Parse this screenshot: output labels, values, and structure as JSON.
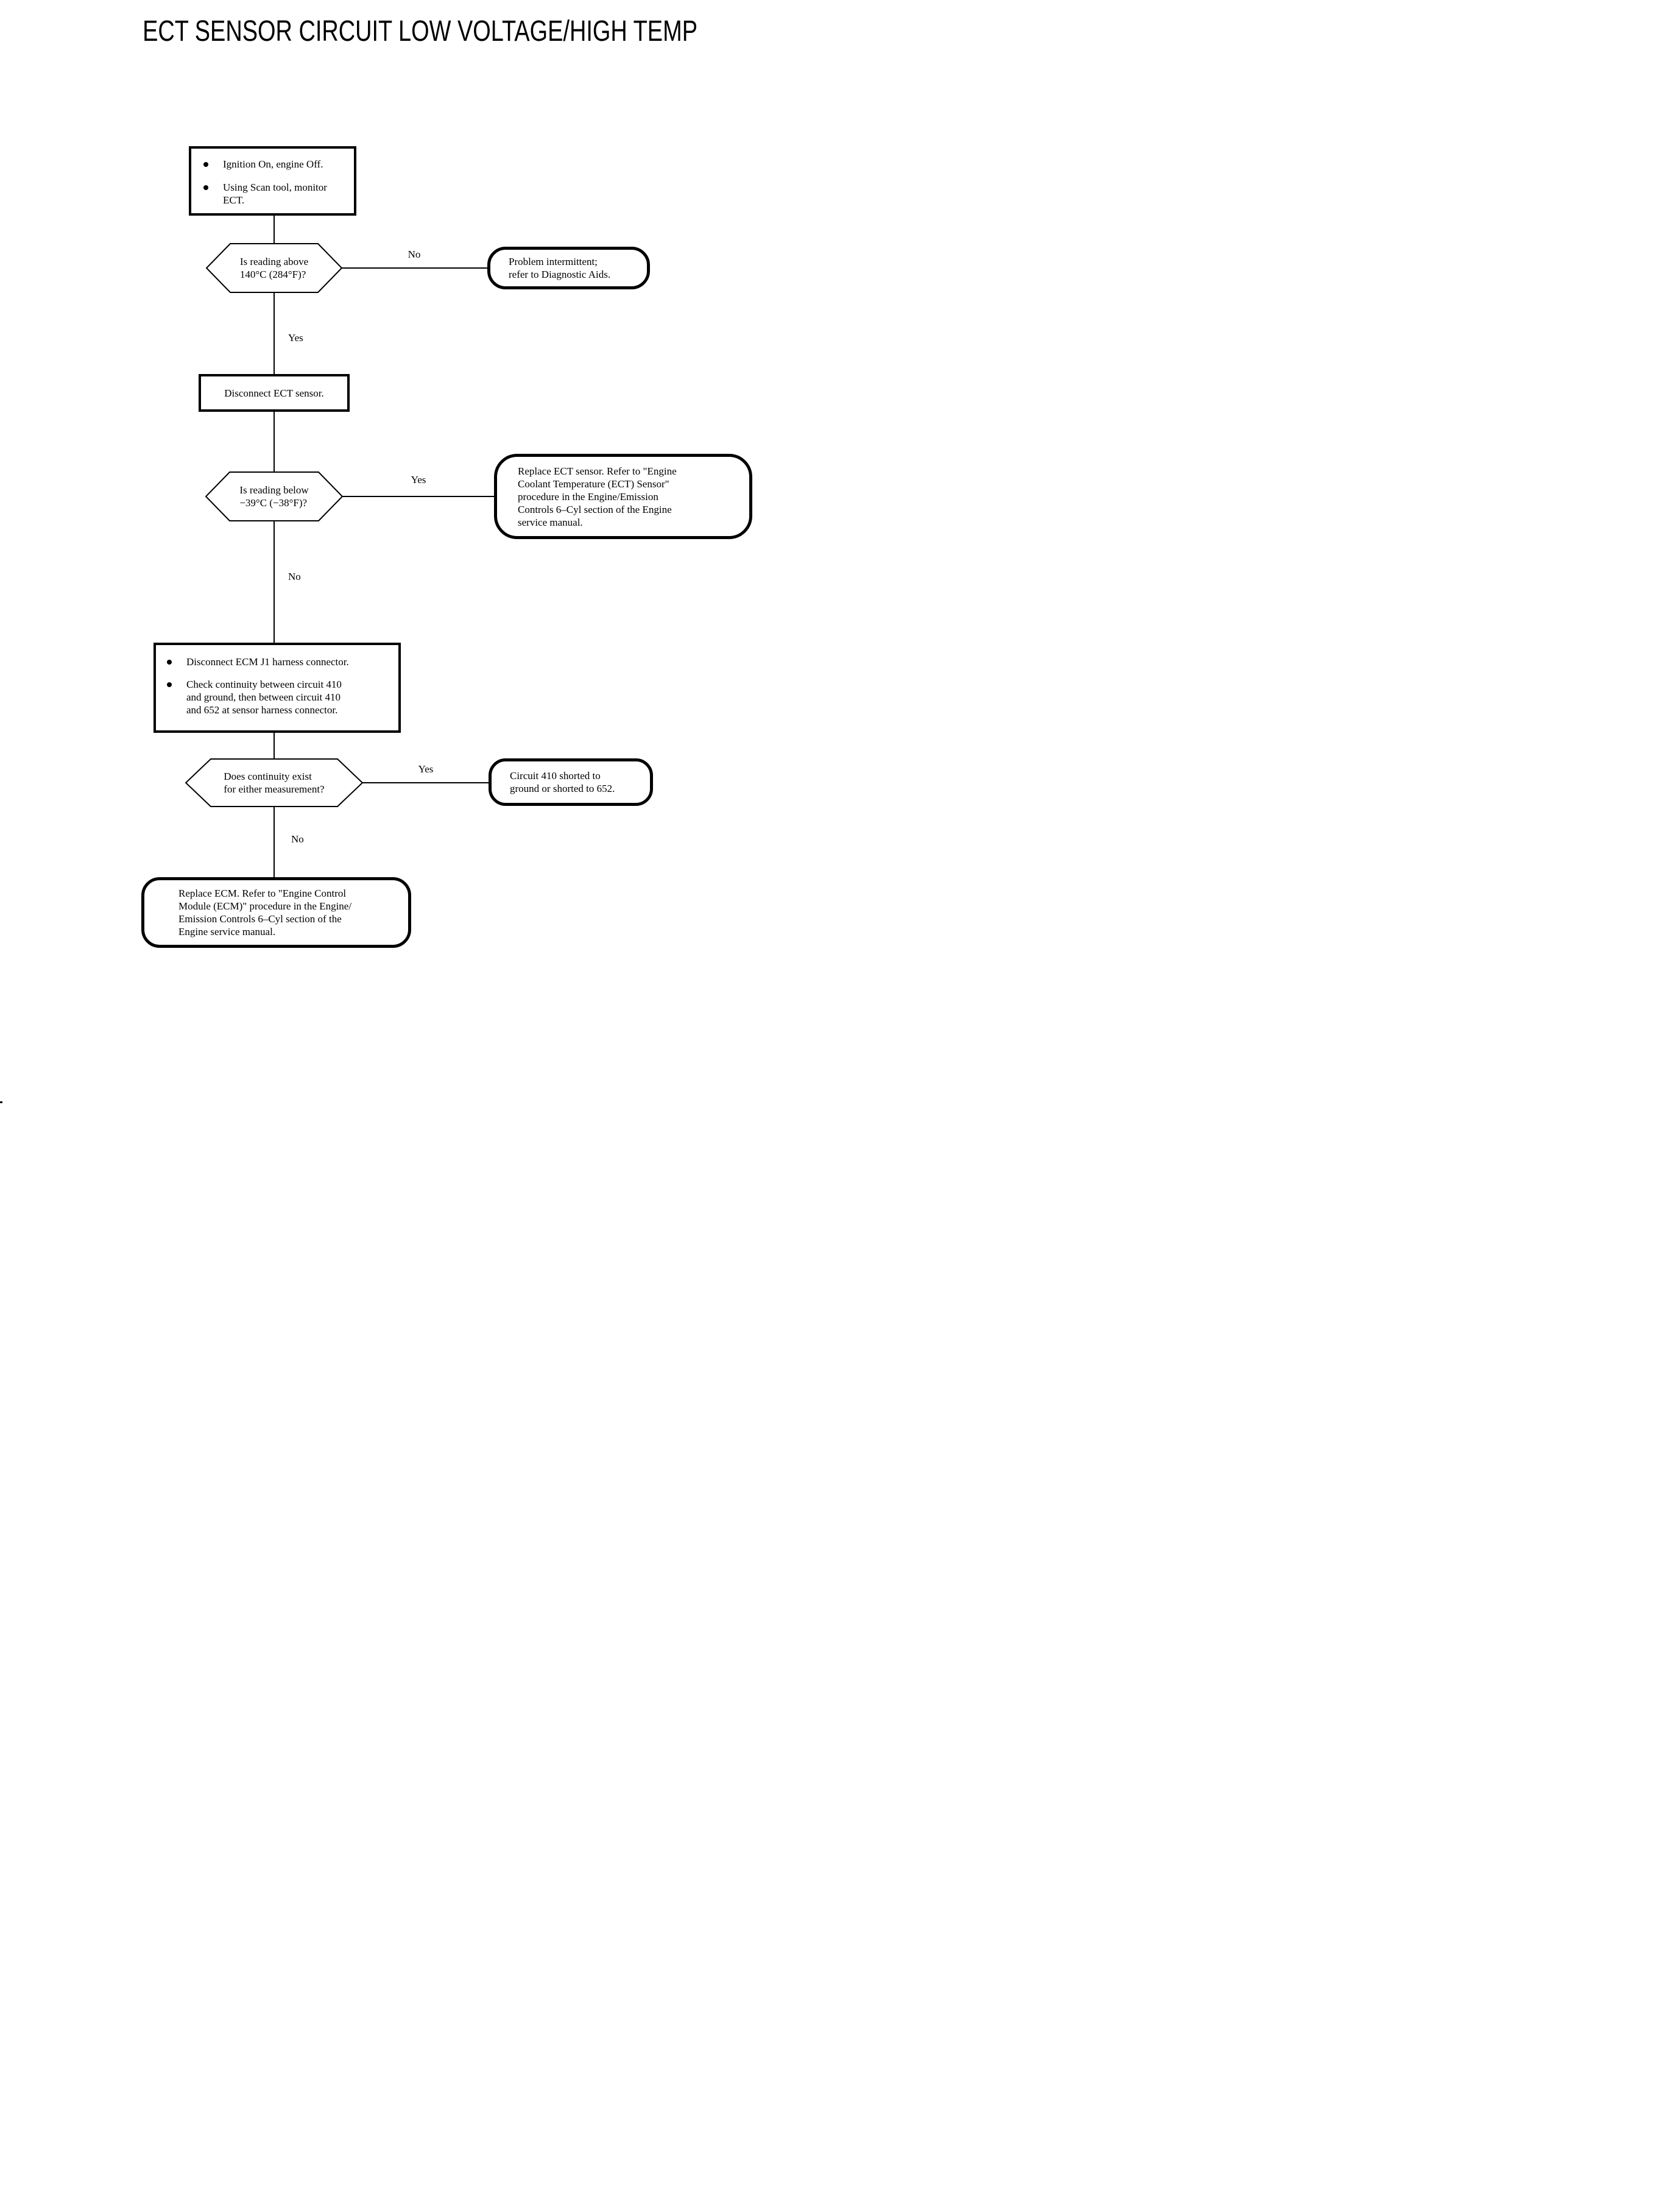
{
  "title": "ECT SENSOR CIRCUIT LOW VOLTAGE/HIGH TEMP",
  "nodes": {
    "step1": {
      "bullets": [
        [
          "Ignition On, engine Off."
        ],
        [
          "Using Scan tool, monitor",
          "ECT."
        ]
      ]
    },
    "decision1": {
      "lines": [
        "Is reading above",
        "140°C (284°F)?"
      ]
    },
    "result_intermittent": {
      "lines": [
        "Problem intermittent;",
        "refer to Diagnostic Aids."
      ]
    },
    "step2": {
      "lines": [
        "Disconnect ECT sensor."
      ]
    },
    "decision2": {
      "lines": [
        "Is reading below",
        "−39°C (−38°F)?"
      ]
    },
    "result_replace_ect": {
      "lines": [
        "Replace ECT sensor. Refer to \"Engine",
        "Coolant Temperature (ECT) Sensor\"",
        "procedure in the Engine/Emission",
        "Controls 6–Cyl section of the Engine",
        "service manual."
      ]
    },
    "step3": {
      "bullets": [
        [
          "Disconnect ECM J1 harness connector."
        ],
        [
          "Check continuity between circuit 410",
          "and ground, then between circuit 410",
          "and 652 at sensor harness connector."
        ]
      ]
    },
    "decision3": {
      "lines": [
        "Does continuity exist",
        "for either measurement?"
      ]
    },
    "result_shorted": {
      "lines": [
        "Circuit 410 shorted to",
        "ground or shorted to 652."
      ]
    },
    "result_replace_ecm": {
      "lines": [
        "Replace ECM. Refer to \"Engine Control",
        "Module (ECM)\" procedure in the Engine/",
        "Emission Controls 6–Cyl section of the",
        "Engine service manual."
      ]
    }
  },
  "edges": {
    "decision1_no": "No",
    "decision1_yes": "Yes",
    "decision2_yes": "Yes",
    "decision2_no": "No",
    "decision3_yes": "Yes",
    "decision3_no": "No"
  }
}
